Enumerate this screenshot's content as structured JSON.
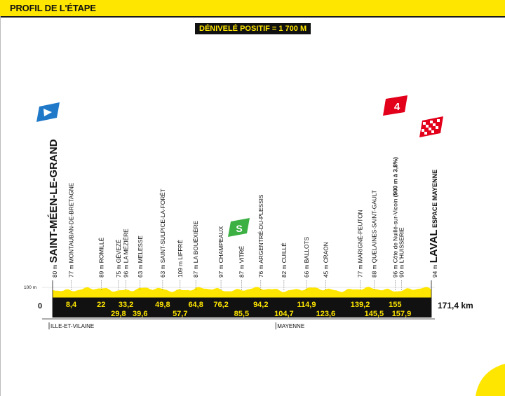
{
  "header": {
    "title": "PROFIL DE L'ÉTAPE"
  },
  "denivele": "DÉNIVELÉ POSITIF = 1 700 M",
  "axis": {
    "start_km": "0",
    "end_km": "171,4 km",
    "ref_altitude": "100 m"
  },
  "start": {
    "alt": "80 m",
    "name": "SAINT-MÉEN-LE-GRAND"
  },
  "finish": {
    "alt": "94 m",
    "name": "LAVAL",
    "sub": "ESPACE MAYENNE"
  },
  "sprint_badge": "S",
  "climb_badge": "4",
  "points": [
    {
      "km": 8.4,
      "alt": "77 m",
      "name": "MONTAUBAN-DE-BRETAGNE",
      "km_label": "8,4",
      "row": 1
    },
    {
      "km": 22,
      "alt": "89 m",
      "name": "ROMILLÉ",
      "km_label": "22",
      "row": 1
    },
    {
      "km": 29.8,
      "alt": "75 m",
      "name": "GÉVEZÉ",
      "km_label": "29,8",
      "row": 2
    },
    {
      "km": 33.2,
      "alt": "96 m",
      "name": "LA MÉZIÈRE",
      "km_label": "33,2",
      "row": 1
    },
    {
      "km": 39.6,
      "alt": "63 m",
      "name": "MELESSE",
      "km_label": "39,6",
      "row": 2
    },
    {
      "km": 49.8,
      "alt": "63 m",
      "name": "SAINT-SULPICE-LA-FORÊT",
      "km_label": "49,8",
      "row": 1
    },
    {
      "km": 57.7,
      "alt": "109 m",
      "name": "LIFFRÉ",
      "km_label": "57,7",
      "row": 2
    },
    {
      "km": 64.8,
      "alt": "87 m",
      "name": "LA BOUËXIÈRE",
      "km_label": "64,8",
      "row": 1
    },
    {
      "km": 76.2,
      "alt": "97 m",
      "name": "CHAMPEAUX",
      "km_label": "76,2",
      "row": 1
    },
    {
      "km": 85.5,
      "alt": "87 m",
      "name": "VITRÉ",
      "km_label": "85,5",
      "row": 2
    },
    {
      "km": 94.2,
      "alt": "76 m",
      "name": "ARGENTRÉ-DU-PLESSIS",
      "km_label": "94,2",
      "row": 1
    },
    {
      "km": 104.7,
      "alt": "82 m",
      "name": "CUILLÉ",
      "km_label": "104,7",
      "row": 2
    },
    {
      "km": 114.9,
      "alt": "66 m",
      "name": "BALLOTS",
      "km_label": "114,9",
      "row": 1
    },
    {
      "km": 123.6,
      "alt": "45 m",
      "name": "CRAON",
      "km_label": "123,6",
      "row": 2
    },
    {
      "km": 139.2,
      "alt": "77 m",
      "name": "MARIGNÉ-PEUTON",
      "km_label": "139,2",
      "row": 1
    },
    {
      "km": 145.5,
      "alt": "88 m",
      "name": "QUELAINES-SAINT-GAULT",
      "km_label": "145,5",
      "row": 2
    },
    {
      "km": 155,
      "alt": "96 m",
      "name": "Côte de Nuillé-sur-Vicoin",
      "detail": "(900 m à 3,8%)",
      "km_label": "155",
      "row": 1
    },
    {
      "km": 157.9,
      "alt": "90 m",
      "name": "L'HUISSERIE",
      "km_label": "157,9",
      "row": 2
    }
  ],
  "departments": [
    {
      "km": 0,
      "name": "ILLE-ET-VILAINE"
    },
    {
      "km": 101,
      "name": "MAYENNE"
    }
  ],
  "colors": {
    "yellow": "#ffe600",
    "black": "#111111",
    "sprint_green": "#3cb043",
    "climb_red": "#e3001b",
    "start_blue": "#1f78c8"
  }
}
